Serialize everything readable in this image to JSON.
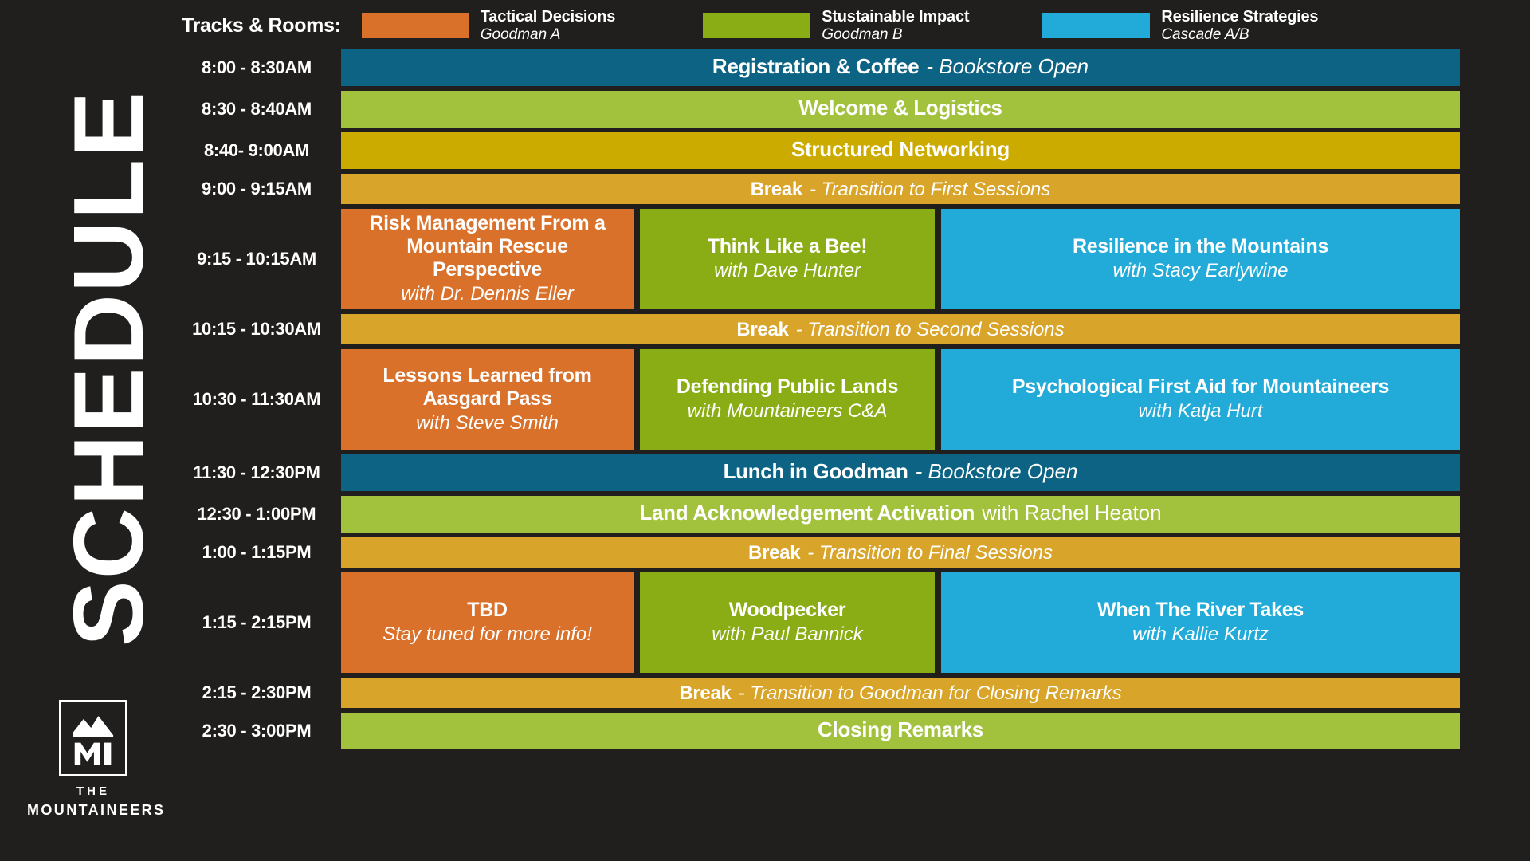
{
  "page": {
    "title": "SCHEDULE",
    "background_color": "#211f1d"
  },
  "brand": {
    "logo_line1": "THE",
    "logo_line2": "MOUNTAINEERS",
    "logo_icon": "mountain-m-emblem"
  },
  "legend": {
    "title": "Tracks & Rooms:",
    "items": [
      {
        "track": "Tactical Decisions",
        "room": "Goodman A",
        "color": "#d9712b"
      },
      {
        "track": "Stustainable Impact",
        "room": "Goodman B",
        "color": "#8aac14"
      },
      {
        "track": "Resilience Strategies",
        "room": "Cascade A/B",
        "color": "#22abd8"
      }
    ]
  },
  "colors": {
    "orange": "#d9712b",
    "green_session": "#8aac14",
    "blue_session": "#22abd8",
    "teal_banner": "#0c6384",
    "lime_banner": "#a2c13c",
    "gold_banner": "#ccab00",
    "gold_break": "#d9a42a",
    "text": "#ffffff"
  },
  "rows": [
    {
      "time": "8:00 - 8:30AM",
      "kind": "banner",
      "color": "#0c6384",
      "title": "Registration & Coffee",
      "sub": "- Bookstore Open",
      "sub_style": "italic"
    },
    {
      "time": "8:30 - 8:40AM",
      "kind": "banner",
      "color": "#a2c13c",
      "title": "Welcome & Logistics",
      "sub": "",
      "sub_style": "none"
    },
    {
      "time": "8:40- 9:00AM",
      "kind": "banner",
      "color": "#ccab00",
      "title": "Structured Networking",
      "sub": "",
      "sub_style": "none"
    },
    {
      "time": "9:00 - 9:15AM",
      "kind": "break",
      "color": "#d9a42a",
      "title": "Break",
      "sub": "- Transition to First Sessions",
      "sub_style": "italic"
    },
    {
      "time": "9:15 - 10:15AM",
      "kind": "session",
      "sessions": [
        {
          "color": "#d9712b",
          "title": "Risk Management From a Mountain Rescue Perspective",
          "sub": "with Dr. Dennis Eller"
        },
        {
          "color": "#8aac14",
          "title": "Think Like a Bee!",
          "sub": "with Dave Hunter"
        },
        {
          "color": "#22abd8",
          "title": "Resilience in the Mountains",
          "sub": "with Stacy Earlywine"
        }
      ]
    },
    {
      "time": "10:15 - 10:30AM",
      "kind": "break",
      "color": "#d9a42a",
      "title": "Break",
      "sub": "- Transition to Second Sessions",
      "sub_style": "italic"
    },
    {
      "time": "10:30 - 11:30AM",
      "kind": "session",
      "sessions": [
        {
          "color": "#d9712b",
          "title": "Lessons Learned from Aasgard Pass",
          "sub": "with Steve Smith"
        },
        {
          "color": "#8aac14",
          "title": "Defending Public Lands",
          "sub": "with Mountaineers C&A"
        },
        {
          "color": "#22abd8",
          "title": "Psychological First Aid for Mountaineers",
          "sub": "with Katja Hurt"
        }
      ]
    },
    {
      "time": "11:30 - 12:30PM",
      "kind": "banner",
      "color": "#0c6384",
      "title": "Lunch in Goodman",
      "sub": "- Bookstore Open",
      "sub_style": "italic"
    },
    {
      "time": "12:30 - 1:00PM",
      "kind": "banner",
      "color": "#a2c13c",
      "title": "Land Acknowledgement Activation",
      "sub": "with Rachel Heaton",
      "sub_style": "plain"
    },
    {
      "time": "1:00 - 1:15PM",
      "kind": "break",
      "color": "#d9a42a",
      "title": "Break",
      "sub": "- Transition to Final Sessions",
      "sub_style": "italic"
    },
    {
      "time": "1:15 - 2:15PM",
      "kind": "session",
      "sessions": [
        {
          "color": "#d9712b",
          "title": "TBD",
          "sub": "Stay tuned for more info!"
        },
        {
          "color": "#8aac14",
          "title": "Woodpecker",
          "sub": "with Paul Bannick"
        },
        {
          "color": "#22abd8",
          "title": "When The River Takes",
          "sub": "with Kallie Kurtz"
        }
      ]
    },
    {
      "time": "2:15 - 2:30PM",
      "kind": "break",
      "color": "#d9a42a",
      "title": "Break",
      "sub": "- Transition to Goodman for Closing Remarks",
      "sub_style": "italic"
    },
    {
      "time": "2:30 - 3:00PM",
      "kind": "banner",
      "color": "#a2c13c",
      "title": "Closing Remarks",
      "sub": "",
      "sub_style": "none"
    }
  ]
}
